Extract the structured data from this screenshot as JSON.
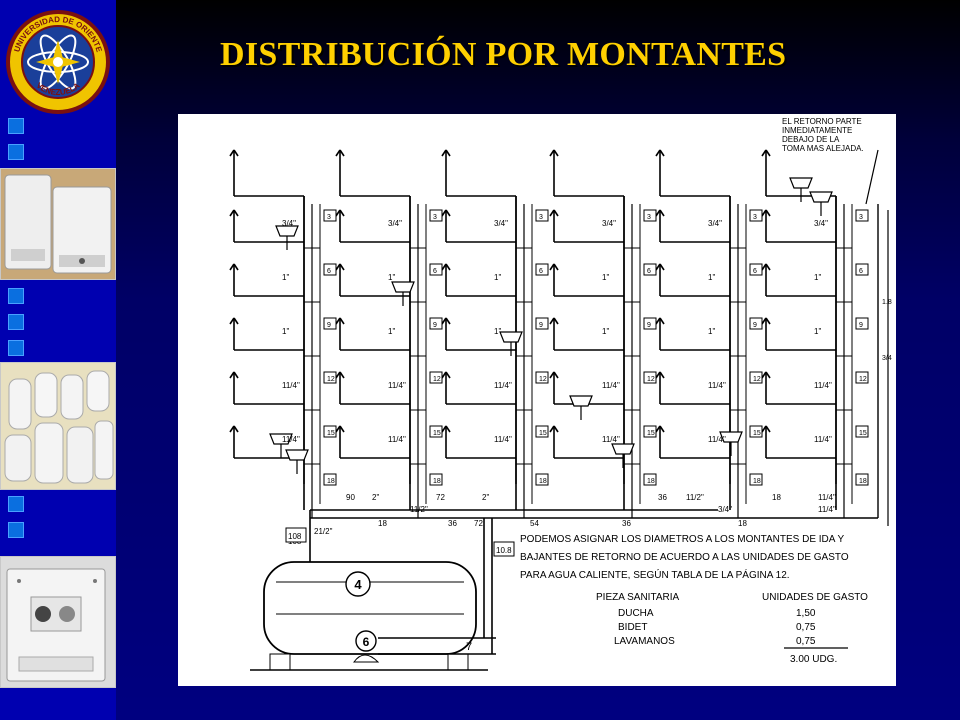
{
  "slide": {
    "title": "DISTRIBUCIÓN POR MONTANTES",
    "title_color": "#ffd000",
    "background_color": "#000080",
    "sidebar_color": "#0000b0"
  },
  "logo": {
    "top_text": "UNIVERSIDAD DE ORIENTE",
    "bottom_text": "VENEZUELA"
  },
  "drawing": {
    "return_note": [
      "EL RETORNO PARTE",
      "INMEDIATAMENTE",
      "DEBAJO DE LA",
      "TOMA MAS ALEJADA."
    ],
    "pipe_sizes_left": [
      "3/4\"",
      "1\"",
      "1\"",
      "11/4\"",
      "11/4\""
    ],
    "udg_values": [
      "3",
      "6",
      "9",
      "12",
      "15",
      "18"
    ],
    "bottom_labels": [
      "90",
      "2\"",
      "72",
      "2\"",
      "36",
      "11/2\"",
      "18",
      "11/4\"",
      "108",
      "21/2\"",
      "18",
      "11/2\"",
      "36",
      "72",
      "54",
      "36",
      "3/4\"",
      "18",
      "11/4\"",
      "1.8",
      "3/4"
    ],
    "tank_number": "4",
    "pump_number": "6",
    "valve_number": "7",
    "return_flow": "10.8",
    "main_flow": "108",
    "note_lines": [
      "PODEMOS ASIGNAR LOS DIAMETROS A LOS MONTANTES DE IDA Y",
      "BAJANTES DE RETORNO DE ACUERDO A LAS UNIDADES DE GASTO",
      "PARA AGUA CALIENTE, SEGÚN TABLA DE LA PÁGINA 12."
    ],
    "table": {
      "header_piece": "PIEZA SANITARIA",
      "header_units": "UNIDADES DE GASTO",
      "rows": [
        {
          "piece": "DUCHA",
          "units": "1,50"
        },
        {
          "piece": "BIDET",
          "units": "0,75"
        },
        {
          "piece": "LAVAMANOS",
          "units": "0,75"
        }
      ],
      "total": "3.00 UDG."
    }
  }
}
